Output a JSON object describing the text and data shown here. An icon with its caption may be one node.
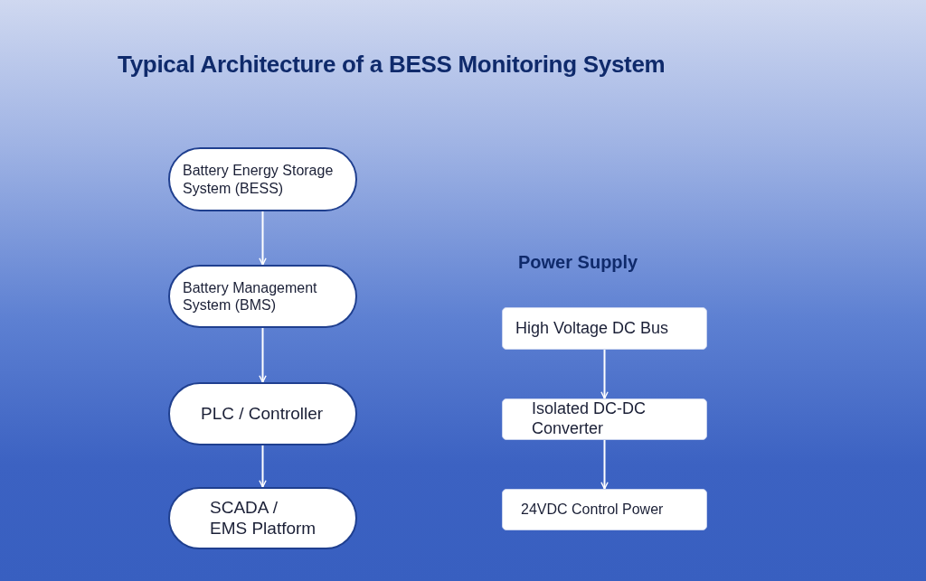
{
  "diagram": {
    "title": "Typical Architecture of a BESS Monitoring System",
    "nodes": [
      {
        "text": [
          "Battery Energy Storage System (BESS)"
        ]
      },
      {
        "text": [
          "Battery Management System (BMS)"
        ]
      },
      {
        "text": [
          "PLC / Controller"
        ]
      },
      {
        "text": [
          "SCADA / EMS Platform"
        ]
      },
      {
        "text": [
          "High Voltage DC Bus"
        ]
      },
      {
        "text": [
          "Isolated DC-DC Converter"
        ]
      },
      {
        "text": [
          "24VDC Control Power"
        ]
      }
    ],
    "edges": [
      {
        "from": 0,
        "to": 1,
        "arrow": "to"
      },
      {
        "from": 1,
        "to": 2,
        "arrow": "to"
      },
      {
        "from": 2,
        "to": 3,
        "arrow": "to"
      },
      {
        "from": 4,
        "to": 5,
        "arrow": "to"
      },
      {
        "from": 5,
        "to": 6,
        "arrow": "to"
      }
    ],
    "labels": [
      "Power Supply"
    ]
  }
}
